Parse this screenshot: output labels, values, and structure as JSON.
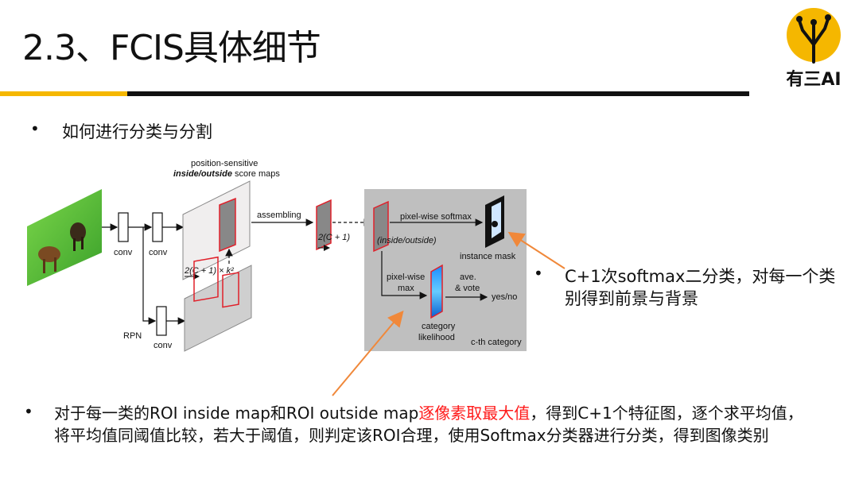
{
  "title": "2.3、FCIS具体细节",
  "logo_text": "有三AI",
  "bullets": {
    "b1": "如何进行分类与分割",
    "b2": "C+1次softmax二分类，对每一个类别得到前景与背景",
    "b3_part1": "对于每一类的ROI inside map和ROI outside map",
    "b3_highlight": "逐像素取最大值",
    "b3_part2": "，得到C+1个特征图，逐个求平均值，将平均值同阈值比较，若大于阈值，则判定该ROI合理，使用Softmax分类器进行分类，得到图像类别"
  },
  "diagram": {
    "top_label_line1": "position-sensitive",
    "top_label_line2a": "inside/outside",
    "top_label_line2b": " score maps",
    "conv1": "conv",
    "conv2": "conv",
    "conv3": "conv",
    "rpn": "RPN",
    "assembling": "assembling",
    "dim_big": "2(C + 1) × k²",
    "dim_small": "2(C + 1)",
    "inside_outside": "(inside/outside)",
    "pixel_softmax": "pixel-wise softmax",
    "instance_mask": "instance mask",
    "pixel_max_1": "pixel-wise",
    "pixel_max_2": "max",
    "ave": "ave.",
    "vote": "& vote",
    "yes_no": "yes/no",
    "category_1": "category",
    "category_2": "likelihood",
    "cth": "c-th category"
  },
  "colors": {
    "accent_yellow": "#f5b700",
    "arrow_orange": "#f0883a",
    "map_red": "#e0202a",
    "highlight_red": "#ff1a1a"
  }
}
